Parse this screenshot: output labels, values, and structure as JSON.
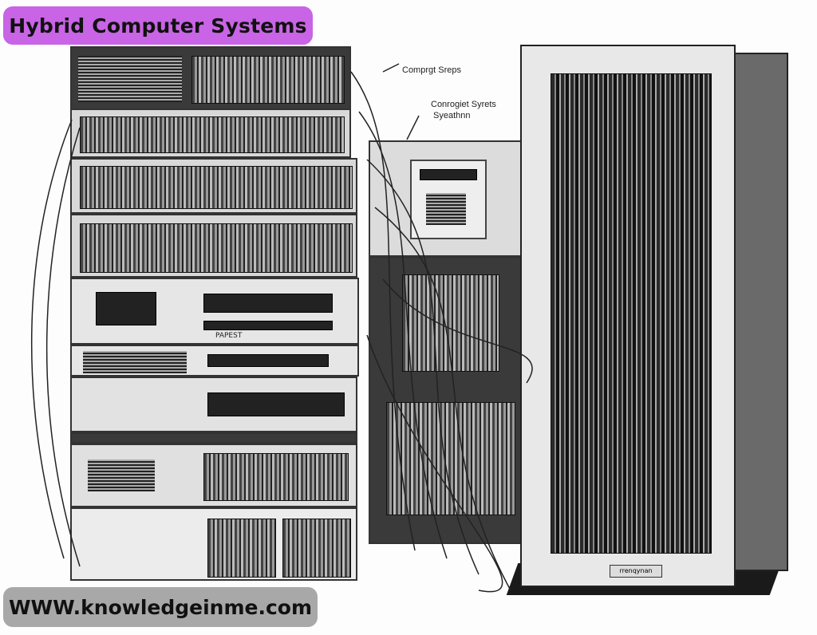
{
  "title": "Hybrid Computer Systems",
  "footer": "WWW.knowledgeinme.com",
  "callouts": [
    "Comprgt Sreps",
    "Conrogiet Syrets",
    "Syeathnn"
  ],
  "cabinet_label": "rrenqynan",
  "unit_label": "PAPEST",
  "colors": {
    "title_bg": "#c964e6",
    "footer_bg": "#a8a8a8",
    "text": "#111111"
  }
}
